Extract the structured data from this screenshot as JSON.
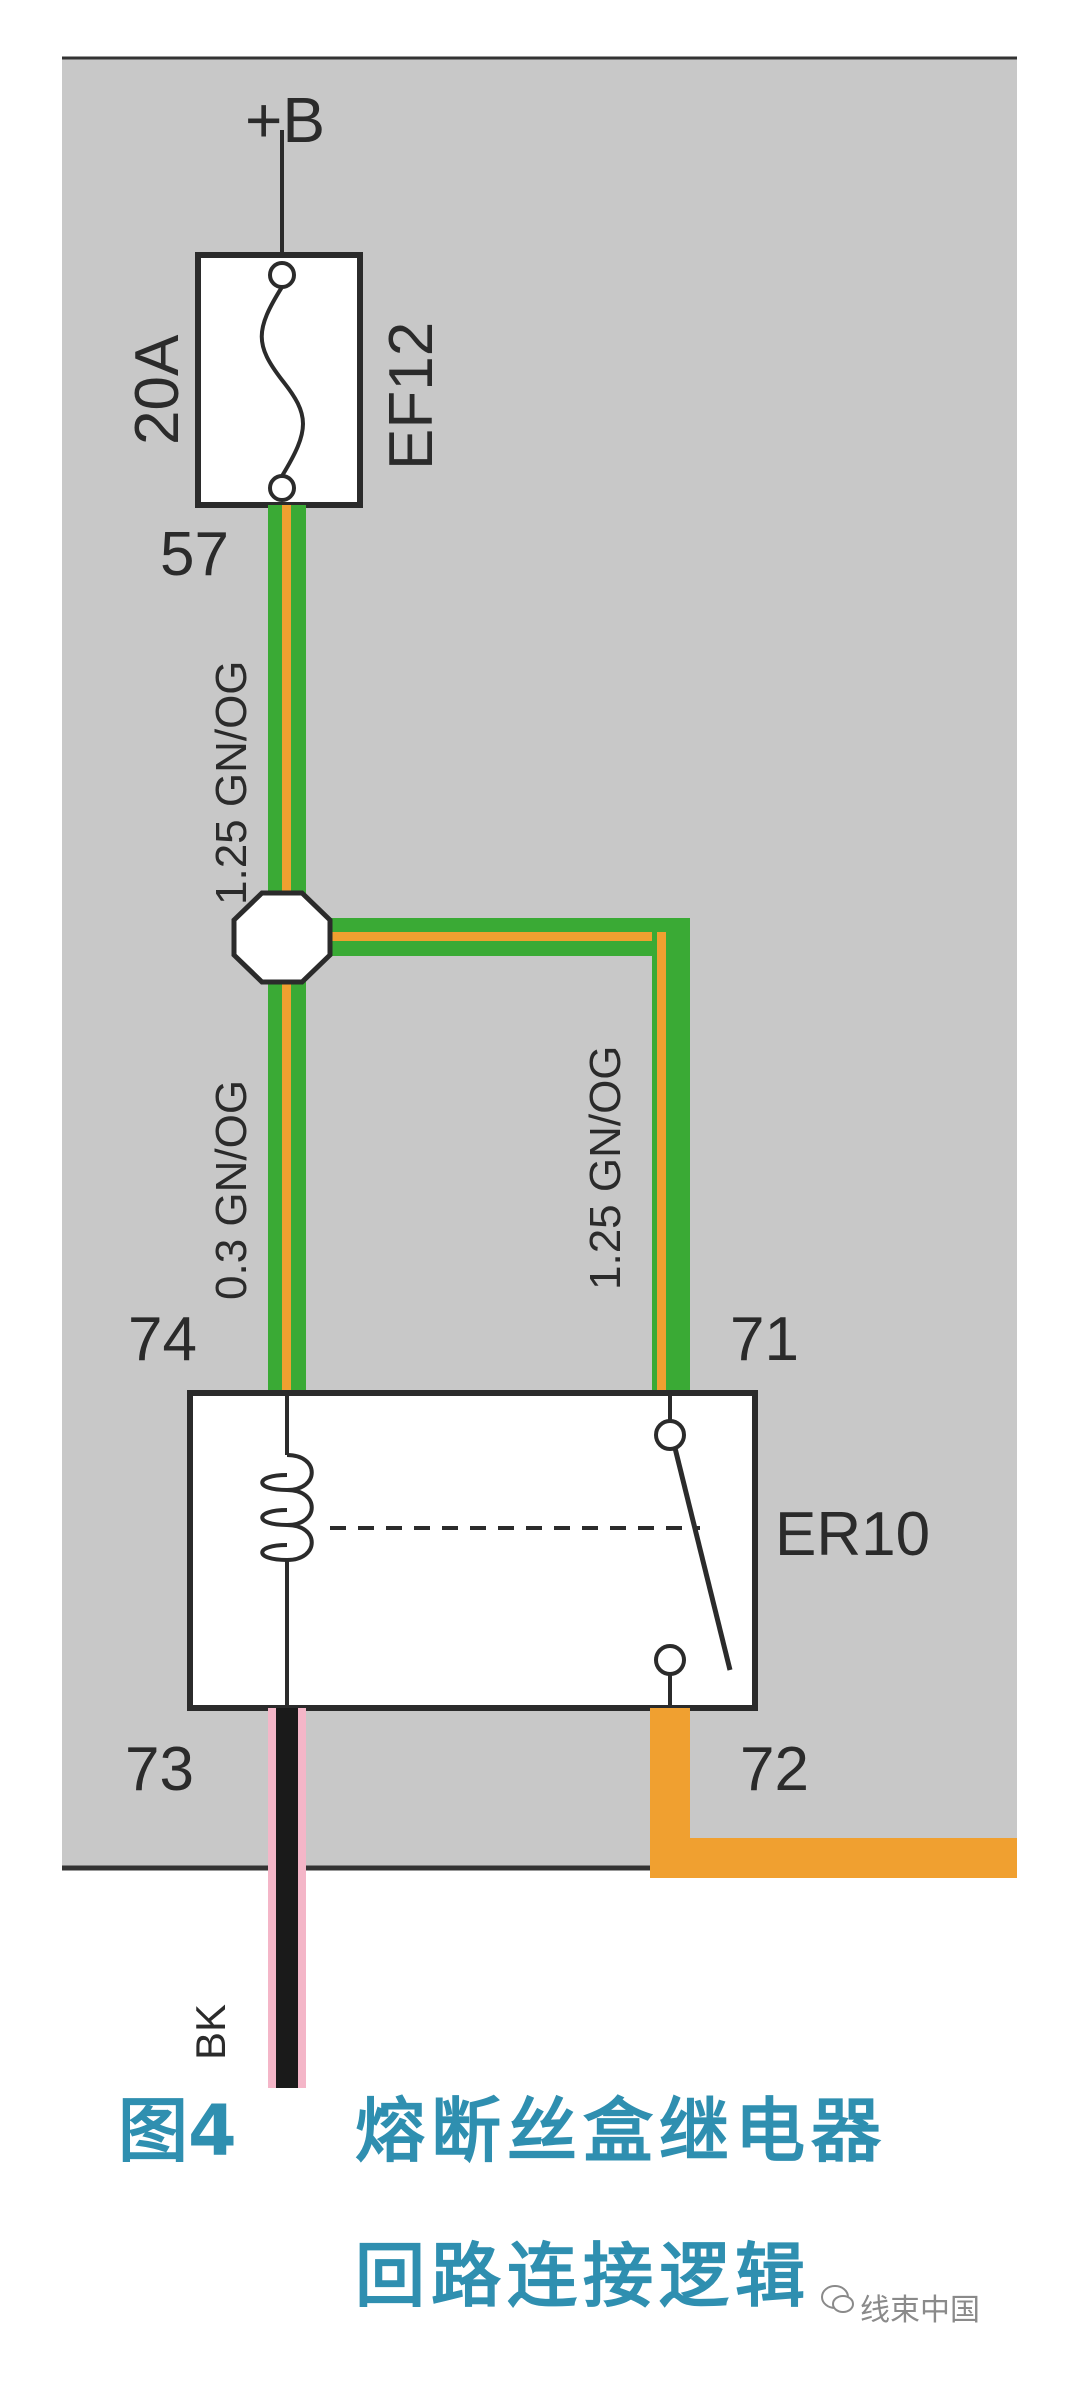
{
  "diagram": {
    "supply_label": "+B",
    "fuse": {
      "rating": "20A",
      "id": "EF12"
    },
    "relay": {
      "id": "ER10"
    },
    "pins": {
      "fuse_out": "57",
      "relay_74": "74",
      "relay_71": "71",
      "relay_73": "73",
      "relay_72": "72"
    },
    "wires": {
      "fuse_to_splice": "1.25 GN/OG",
      "splice_to_74": "0.3 GN/OG",
      "splice_to_71": "1.25 GN/OG",
      "ground_73": "BK"
    },
    "colors": {
      "background": "#c8c8c8",
      "wire_green": "#3aaa35",
      "wire_orange": "#f0a030",
      "wire_pink": "#f4b6c8",
      "wire_black": "#1a1a1a",
      "caption": "#2f8fb0"
    }
  },
  "caption": {
    "figure": "图4",
    "title_line1": "熔断丝盒继电器",
    "title_line2": "回路连接逻辑"
  },
  "watermark": "线束中国"
}
